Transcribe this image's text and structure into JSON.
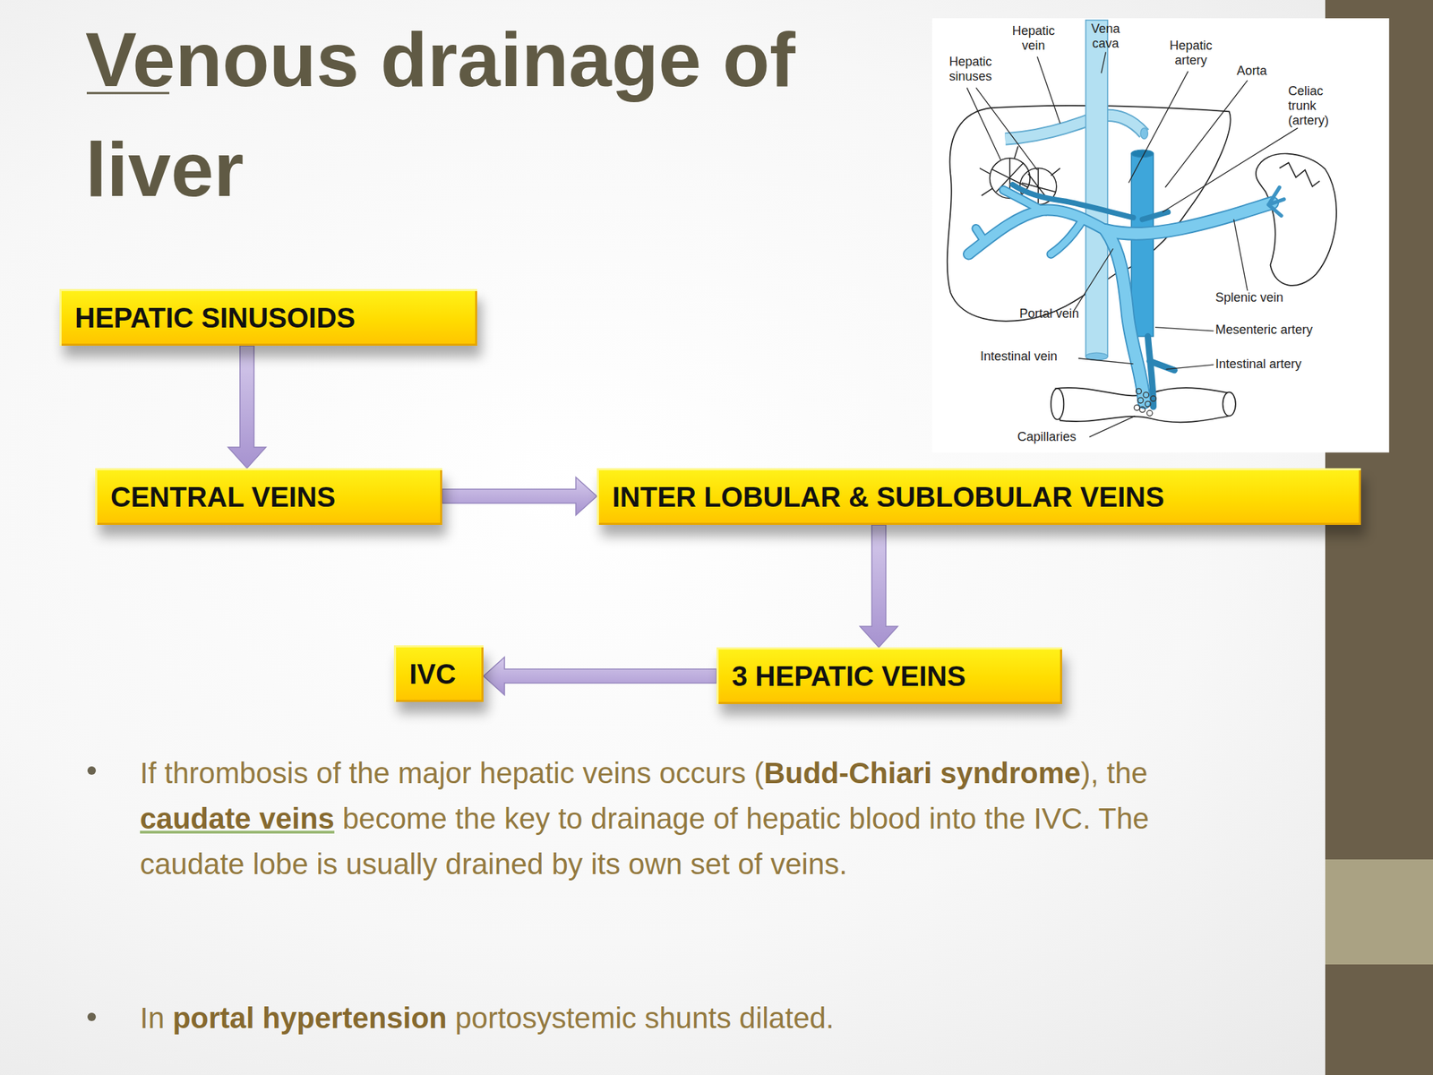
{
  "diagram": {
    "title": "Venous drainage of liver",
    "nodes": [
      {
        "text": [
          "HEPATIC SINUSOIDS"
        ]
      },
      {
        "text": [
          "CENTRAL VEINS"
        ]
      },
      {
        "text": [
          "INTER LOBULAR & SUBLOBULAR VEINS"
        ]
      },
      {
        "text": [
          "IVC"
        ]
      },
      {
        "text": [
          "3 HEPATIC VEINS"
        ]
      }
    ],
    "edges": [
      {
        "from": 0,
        "to": 1,
        "arrow": "to"
      },
      {
        "from": 1,
        "to": 2,
        "arrow": "to"
      },
      {
        "from": 2,
        "to": 4,
        "arrow": "to"
      },
      {
        "from": 4,
        "to": 3,
        "arrow": "to"
      }
    ],
    "labels": [
      "Vena cava",
      "Hepatic vein",
      "Hepatic artery",
      "Hepatic sinuses",
      "Aorta",
      "Celiac trunk (artery)",
      "Splenic vein",
      "Portal vein",
      "Mesenteric artery",
      "Intestinal vein",
      "Intestinal artery",
      "Capillaries",
      "If thrombosis of the major hepatic veins occurs (Budd-Chiari syndrome), the caudate veins become the key to drainage of hepatic blood into the IVC. The caudate lobe is usually drained by its own set of veins.",
      "In portal hypertension portosystemic shunts dilated."
    ]
  }
}
